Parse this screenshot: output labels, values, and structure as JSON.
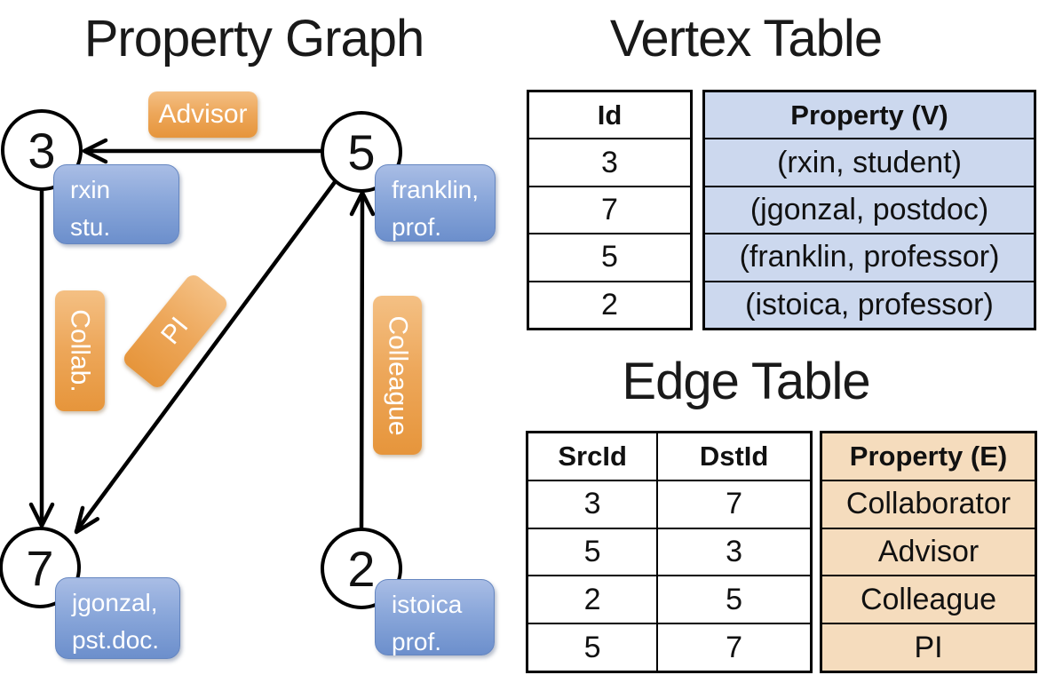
{
  "graph": {
    "title": "Property Graph",
    "nodes": {
      "n3": {
        "id": "3",
        "line1": "rxin",
        "line2": "stu."
      },
      "n5": {
        "id": "5",
        "line1": "franklin,",
        "line2": "prof."
      },
      "n7": {
        "id": "7",
        "line1": "jgonzal,",
        "line2": "pst.doc."
      },
      "n2": {
        "id": "2",
        "line1": "istoica",
        "line2": "prof."
      }
    },
    "edges": [
      {
        "src": "5",
        "dst": "3",
        "label": "Advisor"
      },
      {
        "src": "3",
        "dst": "7",
        "label": "Collab."
      },
      {
        "src": "5",
        "dst": "7",
        "label": "PI"
      },
      {
        "src": "2",
        "dst": "5",
        "label": "Colleague"
      }
    ]
  },
  "vertex_table": {
    "title": "Vertex Table",
    "columns": {
      "id": "Id",
      "property": "Property (V)"
    },
    "rows": [
      {
        "id": "3",
        "property": "(rxin, student)"
      },
      {
        "id": "7",
        "property": "(jgonzal, postdoc)"
      },
      {
        "id": "5",
        "property": "(franklin, professor)"
      },
      {
        "id": "2",
        "property": "(istoica, professor)"
      }
    ]
  },
  "edge_table": {
    "title": "Edge Table",
    "columns": {
      "src": "SrcId",
      "dst": "DstId",
      "property": "Property (E)"
    },
    "rows": [
      {
        "src": "3",
        "dst": "7",
        "property": "Collaborator"
      },
      {
        "src": "5",
        "dst": "3",
        "property": "Advisor"
      },
      {
        "src": "2",
        "dst": "5",
        "property": "Colleague"
      },
      {
        "src": "5",
        "dst": "7",
        "property": "PI"
      }
    ]
  },
  "colors": {
    "edge_label_orange": "#eda75a",
    "vertex_label_blue": "#7f9fd6",
    "vertex_property_cell_bg": "#ccd8ee",
    "edge_property_cell_bg": "#f5dcbd",
    "node_fill": "#ffffff",
    "edge_stroke": "#000000",
    "label_text": "#ffffff",
    "title_text": "#191919"
  }
}
